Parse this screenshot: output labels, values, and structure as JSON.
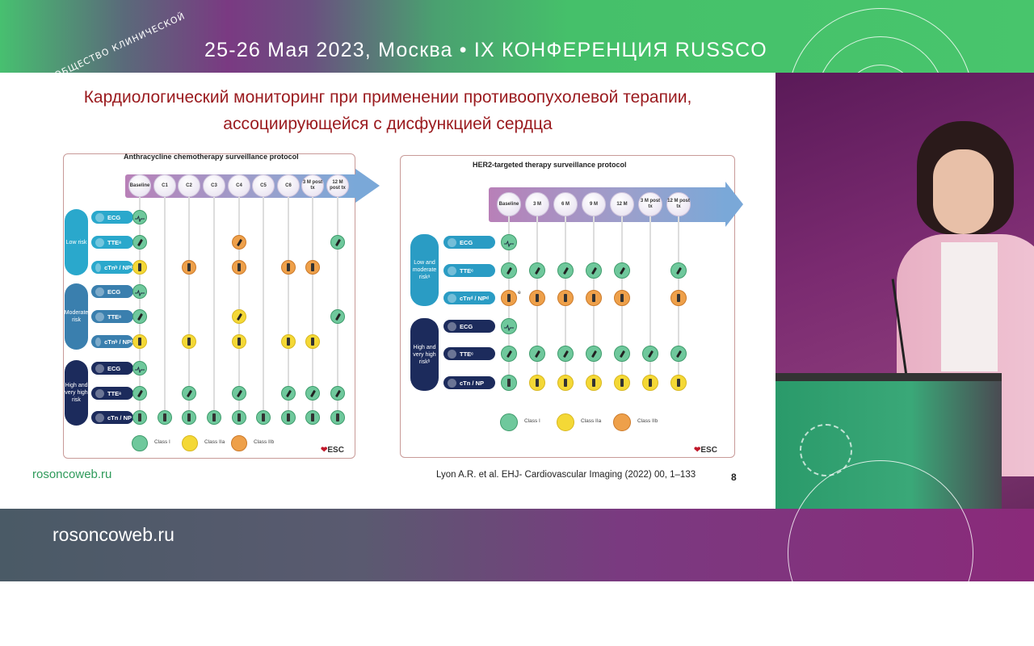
{
  "banner": {
    "text": "25-26 Мая 2023, Москва •  IX КОНФЕРЕНЦИЯ RUSSCO",
    "logo_text": "ОБЩЕСТВО КЛИНИЧЕСКОЙ"
  },
  "slide": {
    "title_line1": "Кардиологический мониторинг при применении противоопухолевой терапии,",
    "title_line2": "ассоциирующейся с дисфункцией сердца",
    "site_link": "rosoncoweb.ru",
    "citation": "Lyon A.R. et al. EHJ- Cardiovascular Imaging (2022) 00, 1–133",
    "page_number": "8"
  },
  "colors": {
    "class_1": "#6fc89c",
    "class_2a": "#f4d836",
    "class_2b": "#eea04a",
    "title": "#9a1a1e"
  },
  "legend": [
    "Class I",
    "Class IIa",
    "Class IIb"
  ],
  "esc_label": "ESC",
  "diagrams": [
    {
      "title": "Anthracycline chemotherapy surveillance protocol",
      "columns": [
        "Baseline",
        "C1",
        "C2",
        "C3",
        "C4",
        "C5",
        "C6",
        "3 M post tx",
        "12 M post tx"
      ],
      "groups": [
        {
          "label": "Low risk",
          "color": "#2aa8cc",
          "rows": [
            {
              "test": "ECG",
              "icon": "ecg-icon",
              "marks": [
                "1",
                "",
                "",
                "",
                "",
                "",
                "",
                "",
                ""
              ]
            },
            {
              "test": "TTEᵃ",
              "icon": "probe-icon",
              "marks": [
                "1",
                "",
                "",
                "",
                "IIb",
                "",
                "",
                "",
                "1"
              ]
            },
            {
              "test": "cTnᵇ / NPᵇ",
              "icon": "tube-icon",
              "marks": [
                "IIa",
                "",
                "IIb",
                "",
                "IIb",
                "",
                "IIb",
                "IIb",
                ""
              ]
            }
          ]
        },
        {
          "label": "Moderate risk",
          "color": "#3a7fae",
          "rows": [
            {
              "test": "ECG",
              "icon": "ecg-icon",
              "marks": [
                "1",
                "",
                "",
                "",
                "",
                "",
                "",
                "",
                ""
              ]
            },
            {
              "test": "TTEᵃ",
              "icon": "probe-icon",
              "marks": [
                "1",
                "",
                "",
                "",
                "IIa",
                "",
                "",
                "",
                "1"
              ]
            },
            {
              "test": "cTnᵇ / NPᵇ",
              "icon": "tube-icon",
              "marks": [
                "IIa",
                "",
                "IIa",
                "",
                "IIa",
                "",
                "IIa",
                "IIa",
                ""
              ]
            }
          ]
        },
        {
          "label": "High and very high risk",
          "color": "#1c2b5c",
          "rows": [
            {
              "test": "ECG",
              "icon": "ecg-icon",
              "marks": [
                "1",
                "",
                "",
                "",
                "",
                "",
                "",
                "",
                ""
              ]
            },
            {
              "test": "TTEᵃ",
              "icon": "probe-icon",
              "marks": [
                "1",
                "",
                "1",
                "",
                "1",
                "",
                "1",
                "1",
                "1"
              ]
            },
            {
              "test": "cTn / NP",
              "icon": "tube-icon",
              "marks": [
                "1",
                "1",
                "1",
                "1",
                "1",
                "1",
                "1",
                "1",
                "1"
              ]
            }
          ]
        }
      ]
    },
    {
      "title": "HER2-targeted therapy surveillance protocol",
      "columns": [
        "Baseline",
        "3 M",
        "6 M",
        "9 M",
        "12 M",
        "3 M post tx",
        "12 M post tx"
      ],
      "footnote_mark": "e",
      "groups": [
        {
          "label": "Low and moderate riskᵃ",
          "color": "#2a9cc4",
          "rows": [
            {
              "test": "ECG",
              "icon": "ecg-icon",
              "marks": [
                "1",
                "",
                "",
                "",
                "",
                "",
                ""
              ]
            },
            {
              "test": "TTEᶜ",
              "icon": "probe-icon",
              "marks": [
                "1",
                "1",
                "1",
                "1",
                "1",
                "",
                "1"
              ]
            },
            {
              "test": "cTnᵈ / NPᵈ",
              "icon": "tube-icon",
              "marks": [
                "IIb",
                "IIb",
                "IIb",
                "IIb",
                "IIb",
                "",
                "IIb"
              ]
            }
          ]
        },
        {
          "label": "High and very high riskᵇ",
          "color": "#1c2b5c",
          "rows": [
            {
              "test": "ECG",
              "icon": "ecg-icon",
              "marks": [
                "1",
                "",
                "",
                "",
                "",
                "",
                ""
              ]
            },
            {
              "test": "TTEᶜ",
              "icon": "probe-icon",
              "marks": [
                "1",
                "1",
                "1",
                "1",
                "1",
                "1",
                "1"
              ]
            },
            {
              "test": "cTn / NP",
              "icon": "tube-icon",
              "marks": [
                "1",
                "IIa",
                "IIa",
                "IIa",
                "IIa",
                "IIa",
                "IIa"
              ]
            }
          ]
        }
      ]
    }
  ],
  "footer": {
    "site_link": "rosoncoweb.ru"
  }
}
